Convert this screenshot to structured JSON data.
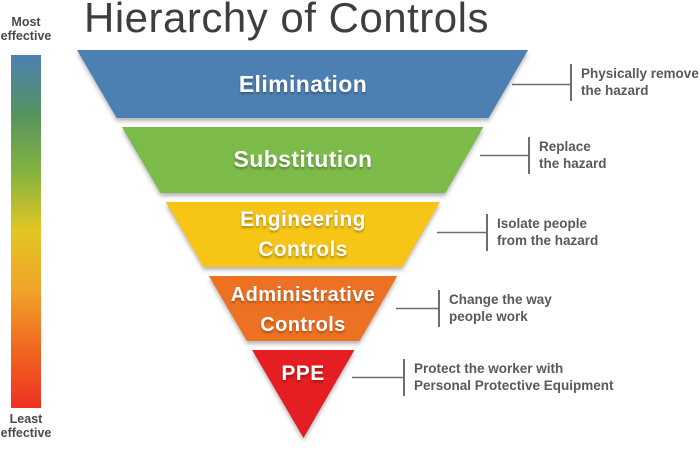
{
  "title": "Hierarchy of Controls",
  "effectiveness_scale": {
    "top_label": "Most effective",
    "bottom_label": "Least effective",
    "gradient_colors": [
      "#4e80b4",
      "#55935f",
      "#85b33f",
      "#e3c623",
      "#f0a32a",
      "#f1671f",
      "#ee3123"
    ]
  },
  "levels": [
    {
      "label_line1": "Elimination",
      "label_line2": "",
      "desc_line1": "Physically remove",
      "desc_line2": "the hazard",
      "color": "#4d80b2"
    },
    {
      "label_line1": "Substitution",
      "label_line2": "",
      "desc_line1": "Replace",
      "desc_line2": "the hazard",
      "color": "#7cba49"
    },
    {
      "label_line1": "Engineering",
      "label_line2": "Controls",
      "desc_line1": "Isolate people",
      "desc_line2": "from the hazard",
      "color": "#f7c515"
    },
    {
      "label_line1": "Administrative",
      "label_line2": "Controls",
      "desc_line1": "Change the way",
      "desc_line2": "people work",
      "color": "#ed7123"
    },
    {
      "label_line1": "PPE",
      "label_line2": "",
      "desc_line1": "Protect the worker with",
      "desc_line2": "Personal Protective Equipment",
      "color": "#e41e22"
    }
  ]
}
